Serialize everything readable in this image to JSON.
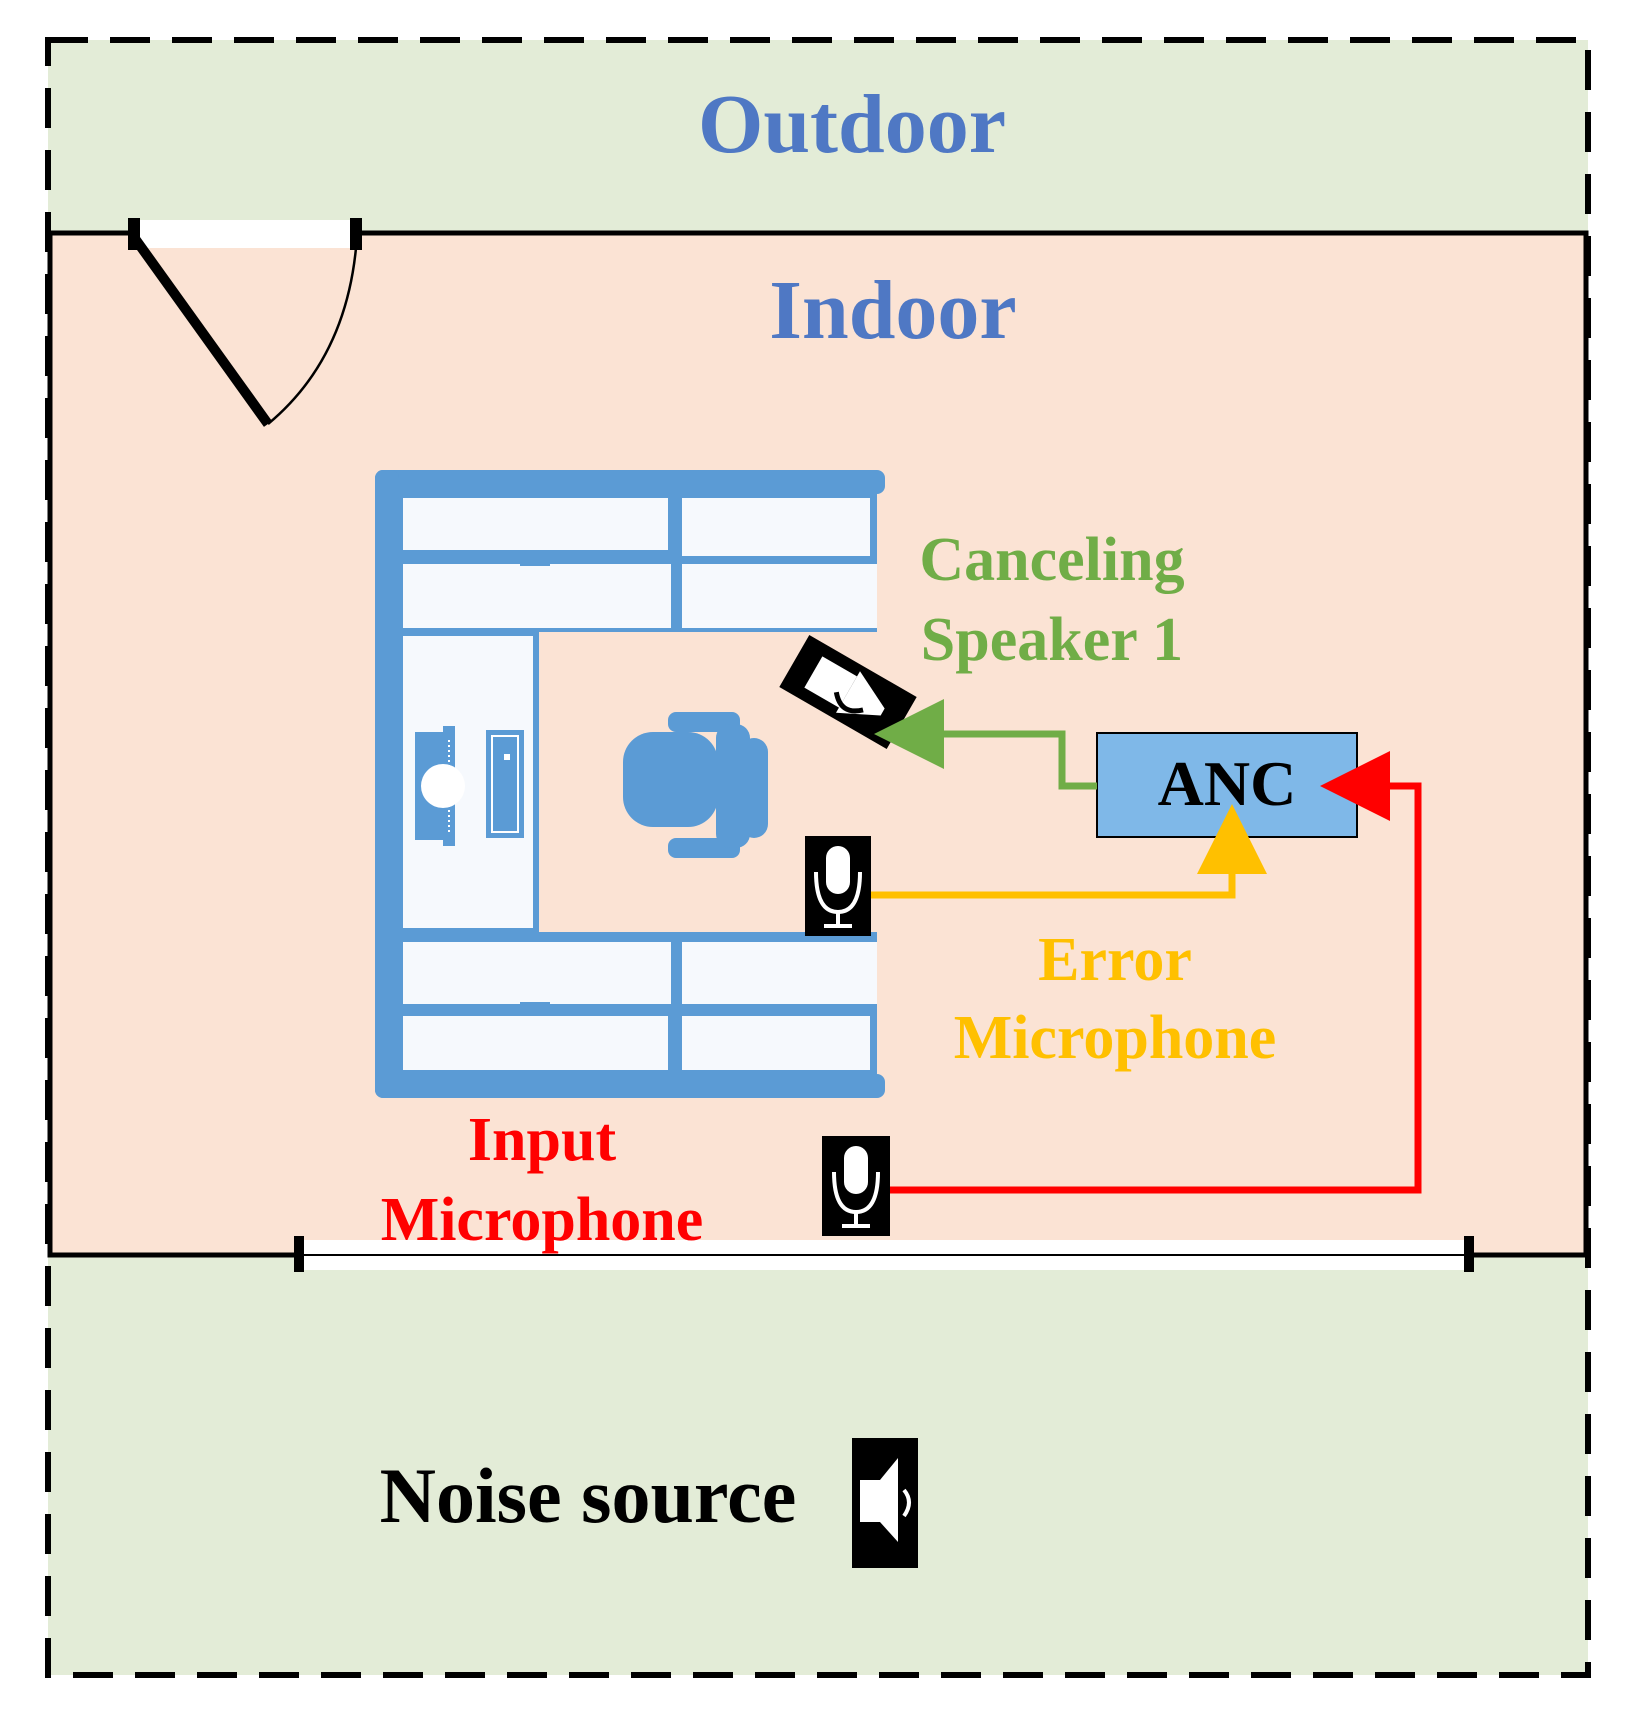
{
  "labels": {
    "outdoor": "Outdoor",
    "indoor": "Indoor",
    "canceling_speaker_line1": "Canceling",
    "canceling_speaker_line2": "Speaker 1",
    "anc": "ANC",
    "error_mic_line1": "Error",
    "error_mic_line2": "Microphone",
    "input_mic_line1": "Input",
    "input_mic_line2": "Microphone",
    "noise_source": "Noise source"
  },
  "colors": {
    "outdoor_fill": "#e3ecd7",
    "indoor_fill": "#fbe3d4",
    "zone_text": "#4f78c4",
    "furniture": "#5b9bd5",
    "anc_fill": "#7fb8e8",
    "speaker_path": "#70ad47",
    "error_path": "#ffc000",
    "input_path": "#ff0000"
  },
  "icons": [
    "door-icon",
    "window-icon",
    "desk-icon",
    "computer-icon",
    "chair-icon",
    "speaker-icon",
    "microphone-icon"
  ]
}
